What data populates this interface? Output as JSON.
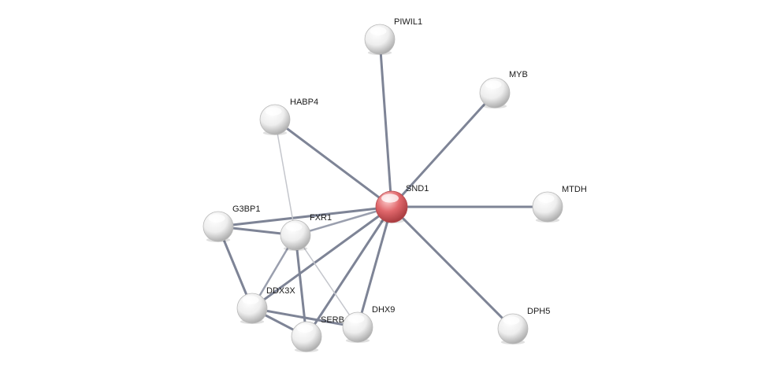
{
  "nodes": [
    {
      "id": "snd1",
      "label": "SND1",
      "query": true
    },
    {
      "id": "piwil1",
      "label": "PIWIL1"
    },
    {
      "id": "myb",
      "label": "MYB"
    },
    {
      "id": "habp4",
      "label": "HABP4"
    },
    {
      "id": "mtdh",
      "label": "MTDH"
    },
    {
      "id": "g3bp1",
      "label": "G3BP1"
    },
    {
      "id": "fxr1",
      "label": "FXR1"
    },
    {
      "id": "ddx3x",
      "label": "DDX3X"
    },
    {
      "id": "serbp1",
      "label": "SERB"
    },
    {
      "id": "dhx9",
      "label": "DHX9"
    },
    {
      "id": "dph5",
      "label": "DPH5"
    }
  ],
  "edges": [
    {
      "from": "snd1",
      "to": "piwil1",
      "strength": "strong"
    },
    {
      "from": "snd1",
      "to": "myb",
      "strength": "strong"
    },
    {
      "from": "snd1",
      "to": "habp4",
      "strength": "strong"
    },
    {
      "from": "snd1",
      "to": "mtdh",
      "strength": "strong"
    },
    {
      "from": "snd1",
      "to": "g3bp1",
      "strength": "strong"
    },
    {
      "from": "snd1",
      "to": "fxr1",
      "strength": "medium"
    },
    {
      "from": "snd1",
      "to": "ddx3x",
      "strength": "strong"
    },
    {
      "from": "snd1",
      "to": "serbp1",
      "strength": "strong"
    },
    {
      "from": "snd1",
      "to": "dhx9",
      "strength": "strong"
    },
    {
      "from": "snd1",
      "to": "dph5",
      "strength": "strong"
    },
    {
      "from": "habp4",
      "to": "fxr1",
      "strength": "weak"
    },
    {
      "from": "g3bp1",
      "to": "fxr1",
      "strength": "strong"
    },
    {
      "from": "g3bp1",
      "to": "ddx3x",
      "strength": "strong"
    },
    {
      "from": "fxr1",
      "to": "ddx3x",
      "strength": "medium"
    },
    {
      "from": "fxr1",
      "to": "serbp1",
      "strength": "strong"
    },
    {
      "from": "fxr1",
      "to": "dhx9",
      "strength": "weak"
    },
    {
      "from": "ddx3x",
      "to": "serbp1",
      "strength": "strong"
    },
    {
      "from": "ddx3x",
      "to": "dhx9",
      "strength": "strong"
    }
  ],
  "colors": {
    "edge_strong": "#7e8496",
    "edge_medium": "#9a9fae",
    "edge_weak": "#c4c6cc",
    "node_default": "#f4f4f4",
    "node_query": "#e0676b"
  }
}
